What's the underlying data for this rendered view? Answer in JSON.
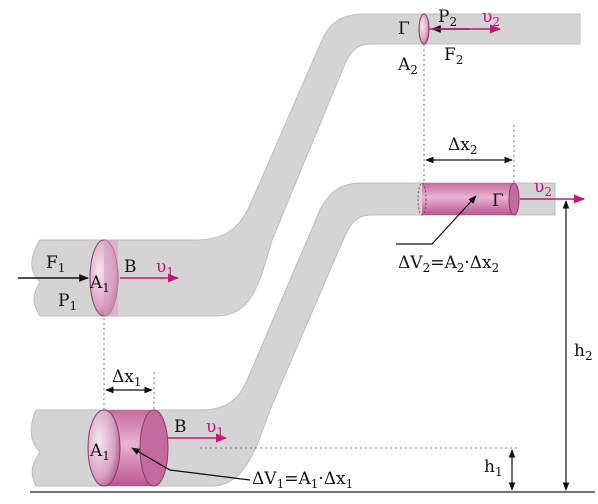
{
  "colors": {
    "pipe": "#d3d3d3",
    "pipe_edge": "#b5b5b5",
    "fluid": "#d98ab8",
    "fluid_dark": "#b0417f",
    "velocity": "#c0187a",
    "ink": "#111111"
  },
  "upper_tube": {
    "left_piston": {
      "force": "F",
      "force_sub": "1",
      "pressure": "P",
      "pressure_sub": "1",
      "area": "A",
      "area_sub": "1",
      "point": "B",
      "velocity": "υ",
      "velocity_sub": "1"
    },
    "right_piston": {
      "point": "Γ",
      "pressure": "P",
      "pressure_sub": "2",
      "force": "F",
      "force_sub": "2",
      "area": "A",
      "area_sub": "2",
      "velocity": "υ",
      "velocity_sub": "2"
    }
  },
  "lower_tube": {
    "left_section": {
      "area": "A",
      "area_sub": "1",
      "point": "B",
      "velocity": "υ",
      "velocity_sub": "1",
      "dx": "Δx",
      "dx_sub": "1",
      "volume_label": "ΔV",
      "volume_sub": "1",
      "volume_eq": "=A",
      "volume_eq_sub": "1",
      "volume_eq_tail": "·Δx",
      "volume_eq_tail_sub": "1"
    },
    "right_section": {
      "point": "Γ",
      "velocity": "υ",
      "velocity_sub": "2",
      "dx": "Δx",
      "dx_sub": "2",
      "volume_label": "ΔV",
      "volume_sub": "2",
      "volume_eq": "=A",
      "volume_eq_sub": "2",
      "volume_eq_tail": "·Δx",
      "volume_eq_tail_sub": "2"
    }
  },
  "heights": {
    "h1": "h",
    "h1_sub": "1",
    "h2": "h",
    "h2_sub": "2"
  }
}
